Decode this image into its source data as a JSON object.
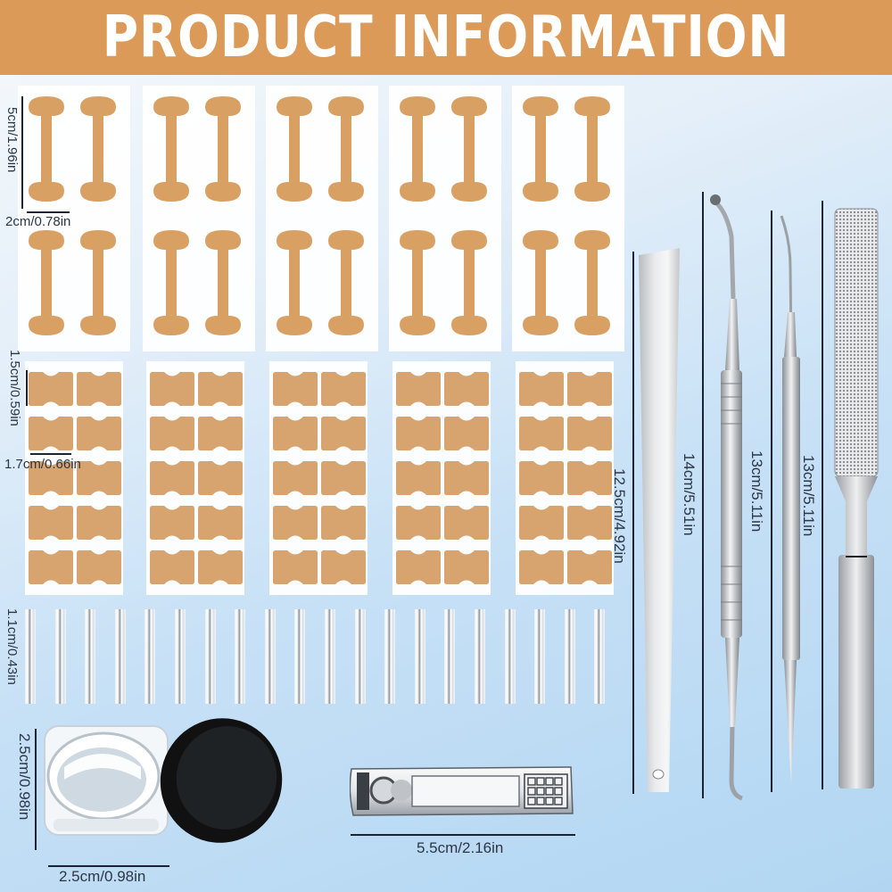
{
  "banner": {
    "title": "PRODUCT INFORMATION",
    "color": "#dc9a59"
  },
  "colors": {
    "patch": "#d9a064",
    "patch_butterfly": "#d7a46f",
    "dimension_line": "#1b2433",
    "dimension_text": "#2d3645"
  },
  "items": {
    "i_strips": {
      "name": "I-shaped correction strips",
      "sheets": 5,
      "per_sheet": 4,
      "width_label": "2cm/0.78in",
      "height_label": "5cm/1.96in"
    },
    "butterfly_patches": {
      "name": "Butterfly correction patches",
      "sheets": 5,
      "per_sheet": 10,
      "width_label": "1.7cm/0.66in",
      "height_label": "1.5cm/0.59in"
    },
    "wires": {
      "name": "Correction wires",
      "count": 20,
      "height_label": "1.1cm/0.43in"
    },
    "jar": {
      "name": "Glue jar",
      "height_label": "2.5cm/0.98in",
      "width_label": "2.5cm/0.98in"
    },
    "clipper": {
      "name": "Nail clipper",
      "width_label": "5.5cm/2.16in"
    },
    "lifter": {
      "name": "Nail lifter",
      "height_label": "12.5cm/4.92in"
    },
    "double_curette": {
      "name": "Double-ended curette",
      "height_label": "14cm/5.51in"
    },
    "double_pick": {
      "name": "Double-ended pick",
      "height_label": "13cm/5.11in"
    },
    "nail_file": {
      "name": "Nail file",
      "height_label": "13cm/5.11in"
    }
  }
}
